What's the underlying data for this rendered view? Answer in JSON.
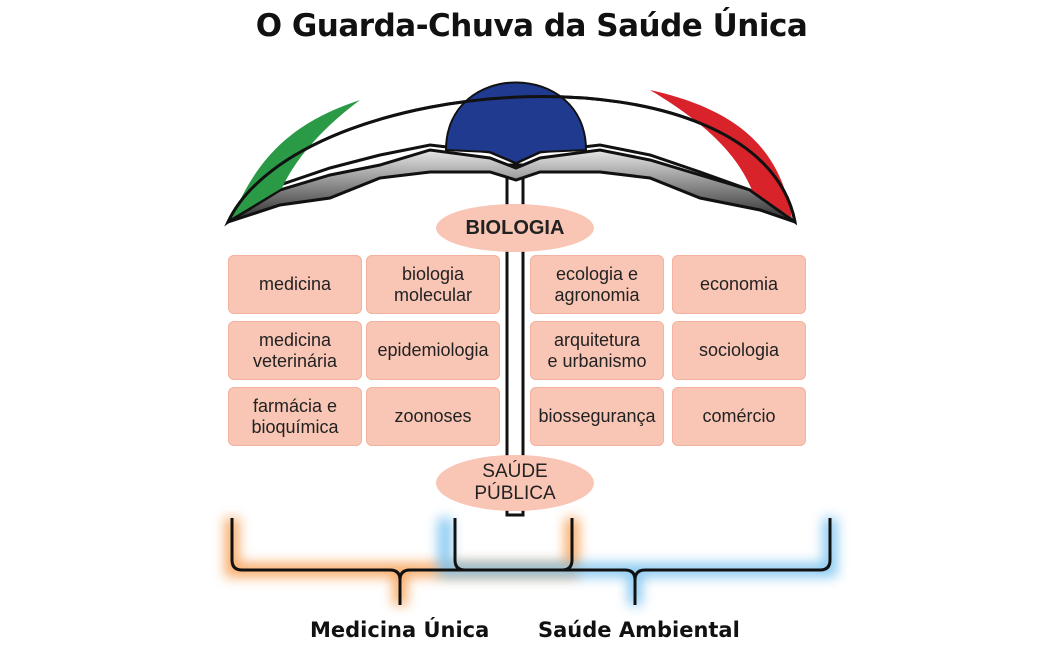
{
  "title": "O Guarda-Chuva da Saúde Única",
  "colors": {
    "green": "#2a9a46",
    "red": "#d8232a",
    "blue": "#1f3a8f",
    "box_fill": "#f9c5b5",
    "orange_glow": "#f6a055",
    "blue_glow": "#7cc3f0"
  },
  "top_label": "BIOLOGIA",
  "bottom_label": "SAÚDE\nPÚBLICA",
  "grid": [
    [
      "medicina",
      "biologia\nmolecular",
      "ecologia e\nagronomia",
      "economia"
    ],
    [
      "medicina\nveterinária",
      "epidemiologia",
      "arquitetura\ne urbanismo",
      "sociologia"
    ],
    [
      "farmácia e\nbioquímica",
      "zoonoses",
      "biossegurança",
      "comércio"
    ]
  ],
  "brackets": {
    "left": "Medicina Única",
    "right": "Saúde Ambiental"
  }
}
